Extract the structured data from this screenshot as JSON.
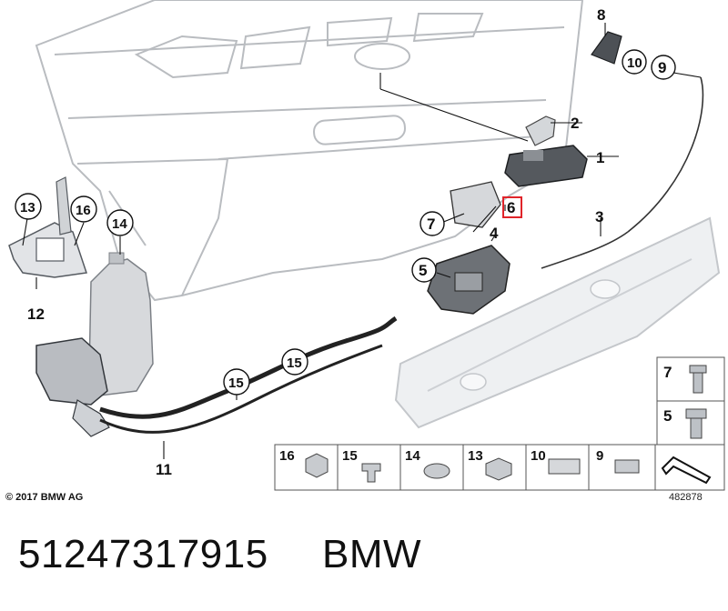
{
  "callouts": {
    "c1": "1",
    "c2": "2",
    "c3": "3",
    "c4": "4",
    "c5": "5",
    "c6": "6",
    "c7": "7",
    "c8": "8",
    "c9": "9",
    "c10": "10",
    "c11": "11",
    "c12": "12",
    "c13": "13",
    "c14": "14",
    "c15a": "15",
    "c15b": "15",
    "c16": "16"
  },
  "legend": {
    "side": [
      {
        "num": "7"
      },
      {
        "num": "5"
      }
    ],
    "bottom": [
      {
        "num": "16"
      },
      {
        "num": "15"
      },
      {
        "num": "14"
      },
      {
        "num": "13"
      },
      {
        "num": "10"
      },
      {
        "num": "9"
      }
    ]
  },
  "highlight_color": "#e0242a",
  "copyright": "© 2017 BMW AG",
  "diagram_ref": "482878",
  "footer": {
    "part_number": "51247317915",
    "brand": "BMW"
  }
}
